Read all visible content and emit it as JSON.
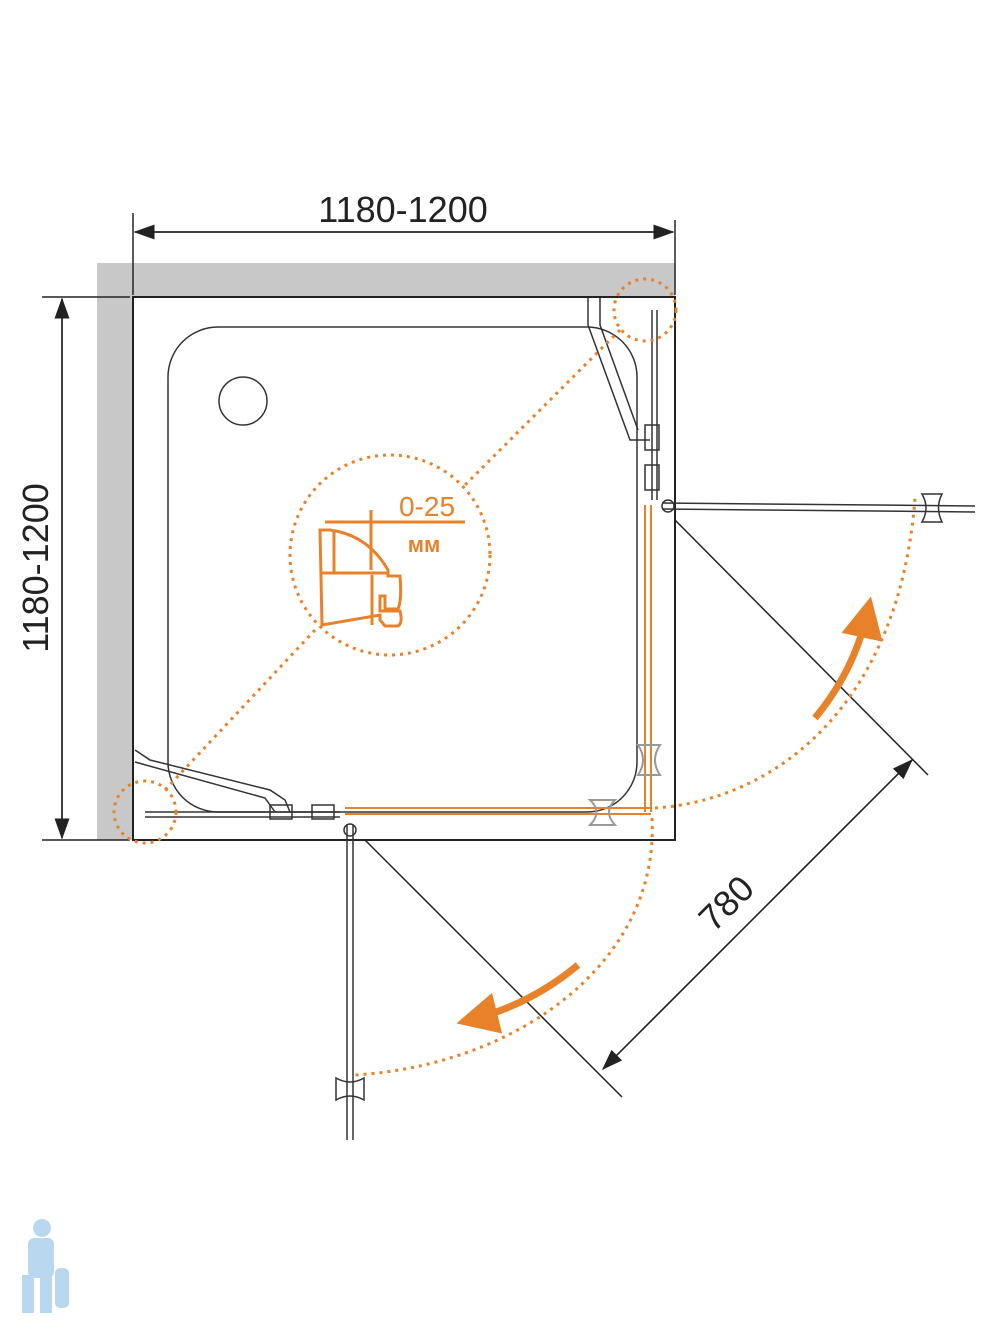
{
  "dimensions": {
    "width": "1180-1200",
    "depth": "1180-1200",
    "door_diagonal": "780"
  },
  "inset": {
    "adjustment": "0-25",
    "unit": "мм"
  },
  "colors": {
    "accent": "#e8822a",
    "wall": "#c8c8c8",
    "line": "#222222"
  }
}
